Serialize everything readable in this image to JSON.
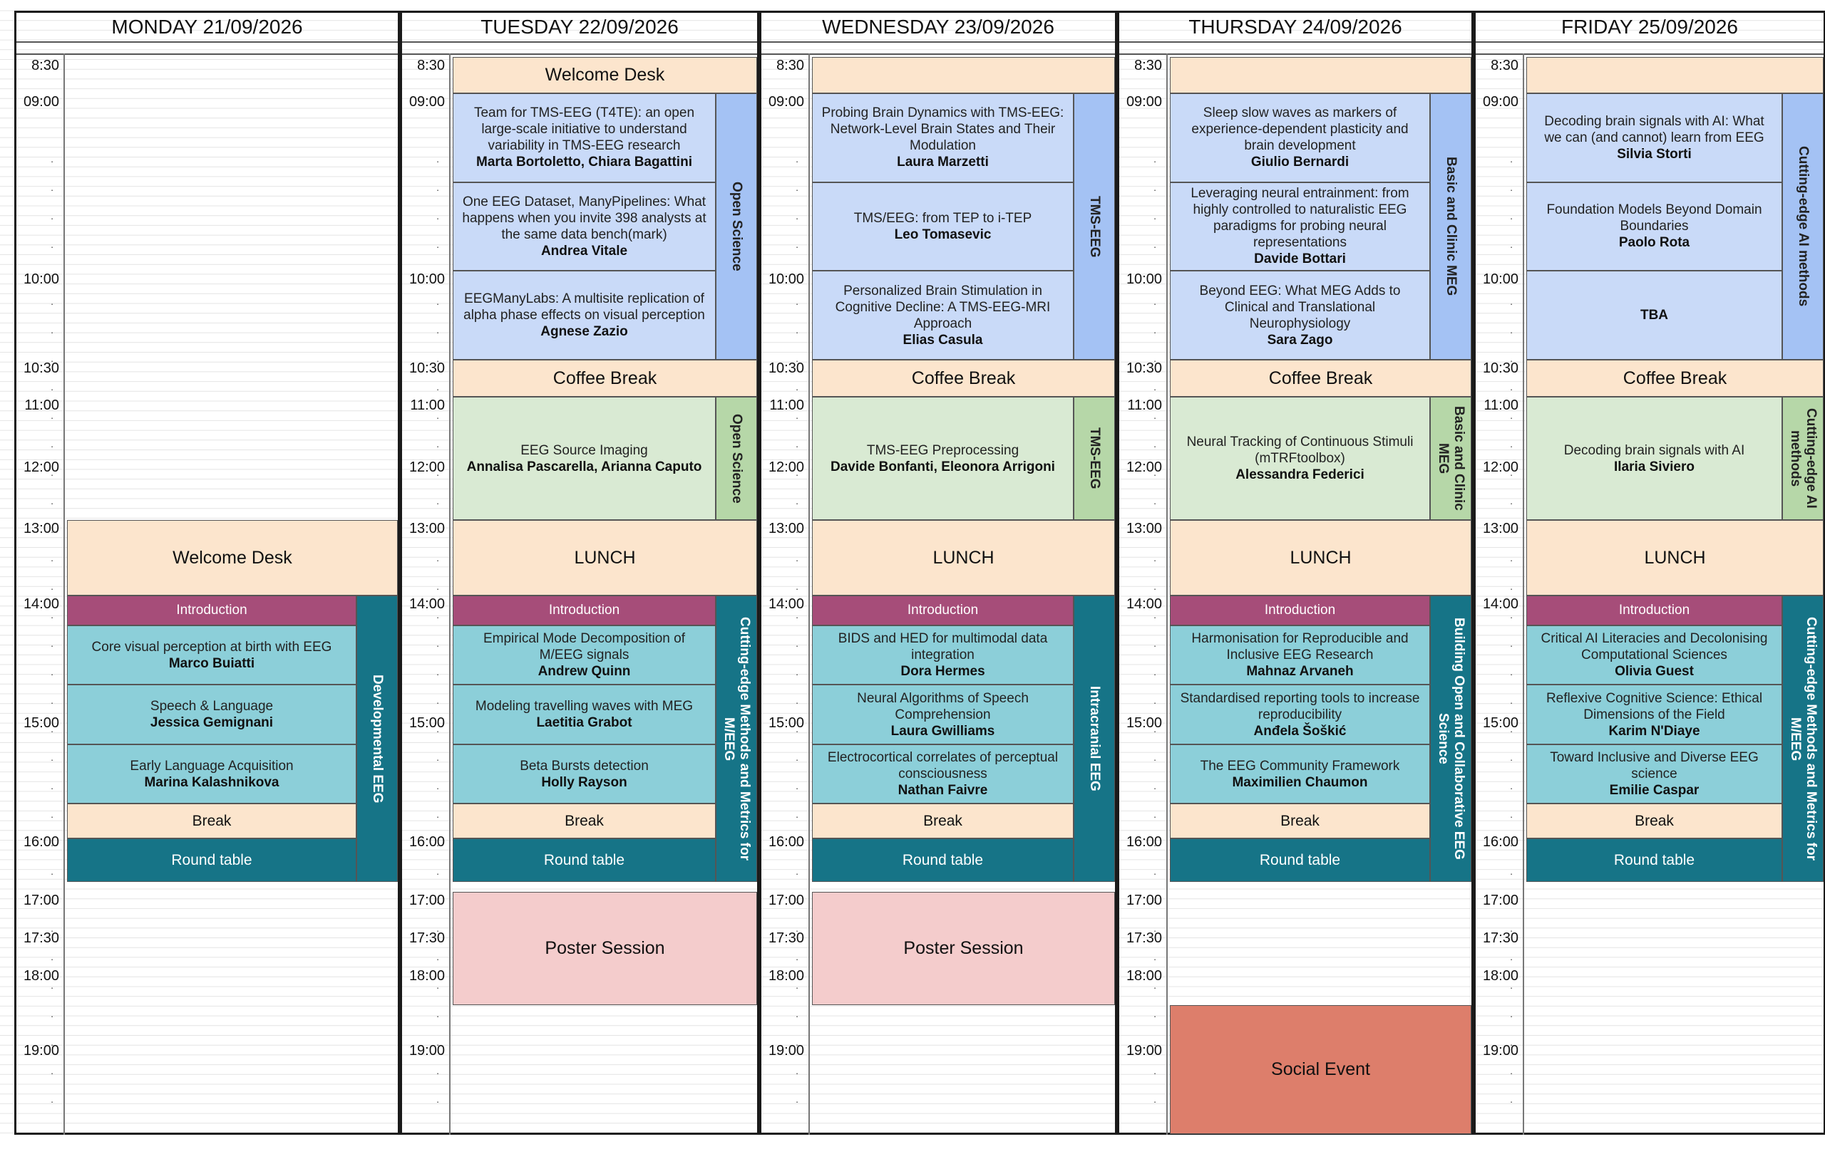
{
  "days": [
    {
      "header": "MONDAY 21/09/2026",
      "sessions": [
        {
          "kind": "label",
          "text": "Welcome Desk",
          "style": "peach",
          "start": "13:00",
          "end": "14:00"
        },
        {
          "kind": "label",
          "text": "Introduction",
          "style": "plum",
          "start": "14:00",
          "end": "14:15"
        },
        {
          "kind": "talk",
          "title": "Core visual perception  at birth with EEG",
          "speaker": "Marco Buiatti",
          "style": "teal",
          "start": "14:15",
          "end": "14:45"
        },
        {
          "kind": "talk",
          "title": "Speech & Language",
          "speaker": "Jessica Gemignani",
          "style": "teal",
          "start": "14:45",
          "end": "15:15"
        },
        {
          "kind": "talk",
          "title": "Early Language Acquisition",
          "speaker": "Marina Kalashnikova",
          "style": "teal",
          "start": "15:15",
          "end": "15:45"
        },
        {
          "kind": "label",
          "text": "Break",
          "style": "peach",
          "start": "15:45",
          "end": "16:05"
        },
        {
          "kind": "label",
          "text": "Round table",
          "style": "tealdk",
          "start": "16:05",
          "end": "16:50"
        }
      ],
      "tracks": [
        {
          "text": "Developmental EEG",
          "style": "tealdk",
          "start": "14:00",
          "end": "16:50"
        }
      ]
    },
    {
      "header": "TUESDAY 22/09/2026",
      "sessions": [
        {
          "kind": "label",
          "text": "Welcome Desk",
          "style": "peach",
          "start": "08:30",
          "end": "09:00"
        },
        {
          "kind": "talk",
          "title": "Team for TMS-EEG (T4TE):  an open large-scale initiative to understand variability in TMS-EEG research",
          "speaker": "Marta Bortoletto, Chiara Bagattini",
          "style": "blue",
          "start": "09:00",
          "end": "09:30"
        },
        {
          "kind": "talk",
          "title": "One EEG Dataset, ManyPipelines: What happens when you invite 398 analysts at the same data bench(mark)",
          "speaker": "Andrea Vitale",
          "style": "blue",
          "start": "09:30",
          "end": "10:00"
        },
        {
          "kind": "talk",
          "title": "EEGManyLabs: A multisite replication of alpha phase effects on visual perception",
          "speaker": "Agnese Zazio",
          "style": "blue",
          "start": "10:00",
          "end": "10:30"
        },
        {
          "kind": "label",
          "text": "Coffee Break",
          "style": "peach",
          "start": "10:30",
          "end": "11:00"
        },
        {
          "kind": "talk",
          "title": "EEG Source Imaging",
          "speaker": "Annalisa Pascarella, Arianna Caputo",
          "style": "green",
          "start": "11:00",
          "end": "13:00"
        },
        {
          "kind": "label",
          "text": "LUNCH",
          "style": "peach",
          "start": "13:00",
          "end": "14:00"
        },
        {
          "kind": "label",
          "text": "Introduction",
          "style": "plum",
          "start": "14:00",
          "end": "14:15"
        },
        {
          "kind": "talk",
          "title": "Empirical Mode Decomposition of M/EEG signals",
          "speaker": "Andrew Quinn",
          "style": "teal",
          "start": "14:15",
          "end": "14:45"
        },
        {
          "kind": "talk",
          "title": "Modeling travelling waves with MEG",
          "speaker": "Laetitia Grabot",
          "style": "teal",
          "start": "14:45",
          "end": "15:15"
        },
        {
          "kind": "talk",
          "title": "Beta Bursts detection",
          "speaker": "Holly Rayson",
          "style": "teal",
          "start": "15:15",
          "end": "15:45"
        },
        {
          "kind": "label",
          "text": "Break",
          "style": "peach",
          "start": "15:45",
          "end": "16:05"
        },
        {
          "kind": "label",
          "text": "Round table",
          "style": "tealdk",
          "start": "16:05",
          "end": "16:50"
        },
        {
          "kind": "label",
          "text": "Poster Session",
          "style": "pink",
          "start": "17:00",
          "end": "18:30"
        }
      ],
      "tracks": [
        {
          "text": "Open Science",
          "style": "bluebar",
          "start": "09:00",
          "end": "10:30"
        },
        {
          "text": "Open Science",
          "style": "greenbar",
          "start": "11:00",
          "end": "13:00"
        },
        {
          "text": "Cutting-edge Methods and Metrics for M/EEG",
          "style": "tealdk",
          "start": "14:00",
          "end": "16:50"
        }
      ]
    },
    {
      "header": "WEDNESDAY 23/09/2026",
      "sessions": [
        {
          "kind": "label",
          "text": "",
          "style": "peach",
          "start": "08:30",
          "end": "09:00"
        },
        {
          "kind": "talk",
          "title": "Probing Brain Dynamics with TMS-EEG: Network-Level Brain States and Their Modulation",
          "speaker": "Laura Marzetti",
          "style": "blue",
          "start": "09:00",
          "end": "09:30"
        },
        {
          "kind": "talk",
          "title": "TMS/EEG: from TEP to i-TEP",
          "speaker": "Leo Tomasevic",
          "style": "blue",
          "start": "09:30",
          "end": "10:00"
        },
        {
          "kind": "talk",
          "title": "Personalized Brain Stimulation in Cognitive Decline:  A TMS-EEG-MRI Approach",
          "speaker": "Elias Casula",
          "style": "blue",
          "start": "10:00",
          "end": "10:30"
        },
        {
          "kind": "label",
          "text": "Coffee Break",
          "style": "peach",
          "start": "10:30",
          "end": "11:00"
        },
        {
          "kind": "talk",
          "title": "TMS-EEG Preprocessing",
          "speaker": "Davide Bonfanti, Eleonora Arrigoni",
          "style": "green",
          "start": "11:00",
          "end": "13:00"
        },
        {
          "kind": "label",
          "text": "LUNCH",
          "style": "peach",
          "start": "13:00",
          "end": "14:00"
        },
        {
          "kind": "label",
          "text": "Introduction",
          "style": "plum",
          "start": "14:00",
          "end": "14:15"
        },
        {
          "kind": "talk",
          "title": "BIDS and HED for multimodal data integration",
          "speaker": "Dora Hermes",
          "style": "teal",
          "start": "14:15",
          "end": "14:45"
        },
        {
          "kind": "talk",
          "title": "Neural Algorithms of Speech Comprehension",
          "speaker": "Laura Gwilliams",
          "style": "teal",
          "start": "14:45",
          "end": "15:15"
        },
        {
          "kind": "talk",
          "title": "Electrocortical correlates of perceptual consciousness",
          "speaker": "Nathan Faivre",
          "style": "teal",
          "start": "15:15",
          "end": "15:45"
        },
        {
          "kind": "label",
          "text": "Break",
          "style": "peach",
          "start": "15:45",
          "end": "16:05"
        },
        {
          "kind": "label",
          "text": "Round table",
          "style": "tealdk",
          "start": "16:05",
          "end": "16:50"
        },
        {
          "kind": "label",
          "text": "Poster Session",
          "style": "pink",
          "start": "17:00",
          "end": "18:30"
        }
      ],
      "tracks": [
        {
          "text": "TMS-EEG",
          "style": "bluebar",
          "start": "09:00",
          "end": "10:30"
        },
        {
          "text": "TMS-EEG",
          "style": "greenbar",
          "start": "11:00",
          "end": "13:00"
        },
        {
          "text": "Intracranial EEG",
          "style": "tealdk",
          "start": "14:00",
          "end": "16:50"
        }
      ]
    },
    {
      "header": "THURSDAY 24/09/2026",
      "sessions": [
        {
          "kind": "label",
          "text": "",
          "style": "peach",
          "start": "08:30",
          "end": "09:00"
        },
        {
          "kind": "talk",
          "title": "Sleep slow waves as markers of experience-dependent plasticity and brain development",
          "speaker": "Giulio Bernardi",
          "style": "blue",
          "start": "09:00",
          "end": "09:30"
        },
        {
          "kind": "talk",
          "title": "Leveraging neural entrainment: from highly controlled to naturalistic EEG paradigms for probing neural representations",
          "speaker": "Davide Bottari",
          "style": "blue",
          "start": "09:30",
          "end": "10:00"
        },
        {
          "kind": "talk",
          "title": "Beyond EEG: What MEG Adds to Clinical and Translational Neurophysiology",
          "speaker": "Sara Zago",
          "style": "blue",
          "start": "10:00",
          "end": "10:30"
        },
        {
          "kind": "label",
          "text": "Coffee Break",
          "style": "peach",
          "start": "10:30",
          "end": "11:00"
        },
        {
          "kind": "talk",
          "title": "Neural Tracking of Continuous Stimuli (mTRFtoolbox)",
          "speaker": "Alessandra Federici",
          "style": "green",
          "start": "11:00",
          "end": "13:00"
        },
        {
          "kind": "label",
          "text": "LUNCH",
          "style": "peach",
          "start": "13:00",
          "end": "14:00"
        },
        {
          "kind": "label",
          "text": "Introduction",
          "style": "plum",
          "start": "14:00",
          "end": "14:15"
        },
        {
          "kind": "talk",
          "title": "Harmonisation for Reproducible and Inclusive EEG Research",
          "speaker": "Mahnaz Arvaneh",
          "style": "teal",
          "start": "14:15",
          "end": "14:45"
        },
        {
          "kind": "talk",
          "title": "Standardised reporting tools to increase reproducibility",
          "speaker": "Anđela Šoškić",
          "style": "teal",
          "start": "14:45",
          "end": "15:15"
        },
        {
          "kind": "talk",
          "title": "The EEG Community Framework",
          "speaker": "Maximilien Chaumon",
          "style": "teal",
          "start": "15:15",
          "end": "15:45"
        },
        {
          "kind": "label",
          "text": "Break",
          "style": "peach",
          "start": "15:45",
          "end": "16:05"
        },
        {
          "kind": "label",
          "text": "Round table",
          "style": "tealdk",
          "start": "16:05",
          "end": "16:50"
        },
        {
          "kind": "label",
          "text": "Social Event",
          "style": "red",
          "start": "18:30",
          "end": "20:15"
        }
      ],
      "tracks": [
        {
          "text": "Basic and Clinic MEG",
          "style": "bluebar",
          "start": "09:00",
          "end": "10:30"
        },
        {
          "text": "Basic and Clinic MEG",
          "style": "greenbar",
          "start": "11:00",
          "end": "13:00"
        },
        {
          "text": "Building Open and Collaborative EEG Science",
          "style": "tealdk",
          "start": "14:00",
          "end": "16:50"
        }
      ]
    },
    {
      "header": "FRIDAY 25/09/2026",
      "sessions": [
        {
          "kind": "label",
          "text": "",
          "style": "peach",
          "start": "08:30",
          "end": "09:00"
        },
        {
          "kind": "talk",
          "title": "Decoding brain signals with AI: What we can (and cannot) learn from EEG",
          "speaker": "Silvia Storti",
          "style": "blue",
          "start": "09:00",
          "end": "09:30"
        },
        {
          "kind": "talk",
          "title": "Foundation Models Beyond Domain Boundaries",
          "speaker": "Paolo Rota",
          "style": "blue",
          "start": "09:30",
          "end": "10:00"
        },
        {
          "kind": "talk",
          "title": "",
          "speaker": "TBA",
          "style": "blue",
          "start": "10:00",
          "end": "10:30"
        },
        {
          "kind": "label",
          "text": "Coffee Break",
          "style": "peach",
          "start": "10:30",
          "end": "11:00"
        },
        {
          "kind": "talk",
          "title": "Decoding brain signals with AI",
          "speaker": "Ilaria Siviero",
          "style": "green",
          "start": "11:00",
          "end": "13:00"
        },
        {
          "kind": "label",
          "text": "LUNCH",
          "style": "peach",
          "start": "13:00",
          "end": "14:00"
        },
        {
          "kind": "label",
          "text": "Introduction",
          "style": "plum",
          "start": "14:00",
          "end": "14:15"
        },
        {
          "kind": "talk",
          "title": "Critical AI Literacies and Decolonising Computational Sciences",
          "speaker": "Olivia Guest",
          "style": "teal",
          "start": "14:15",
          "end": "14:45"
        },
        {
          "kind": "talk",
          "title": "Reflexive Cognitive Science: Ethical Dimensions of the Field",
          "speaker": "Karim N'Diaye",
          "style": "teal",
          "start": "14:45",
          "end": "15:15"
        },
        {
          "kind": "talk",
          "title": "Toward Inclusive and Diverse EEG science",
          "speaker": "Emilie Caspar",
          "style": "teal",
          "start": "15:15",
          "end": "15:45"
        },
        {
          "kind": "label",
          "text": "Break",
          "style": "peach",
          "start": "15:45",
          "end": "16:05"
        },
        {
          "kind": "label",
          "text": "Round table",
          "style": "tealdk",
          "start": "16:05",
          "end": "16:50"
        }
      ],
      "tracks": [
        {
          "text": "Cutting-edge AI methods",
          "style": "bluebar",
          "start": "09:00",
          "end": "10:30"
        },
        {
          "text": "Cutting-edge AI methods",
          "style": "greenbar",
          "start": "11:00",
          "end": "13:00"
        },
        {
          "text": "Cutting-edge Methods and Metrics for M/EEG",
          "style": "tealdk",
          "start": "14:00",
          "end": "16:50"
        }
      ]
    }
  ],
  "time_labels": [
    "8:30",
    "09:00",
    "10:00",
    "10:30",
    "11:00",
    "12:00",
    "13:00",
    "14:00",
    "15:00",
    "16:00",
    "17:00",
    "17:30",
    "18:00",
    "19:00"
  ],
  "colors": {
    "peach": "#fce5cd",
    "blue": "#c9daf8",
    "bluebar": "#a4c2f4",
    "green": "#d9ead3",
    "greenbar": "#b6d7a8",
    "teal": "#8ccfd9",
    "tealdk": "#167487",
    "plum": "#a64d79",
    "pink": "#f4cccc",
    "red": "#dd7e6b"
  }
}
